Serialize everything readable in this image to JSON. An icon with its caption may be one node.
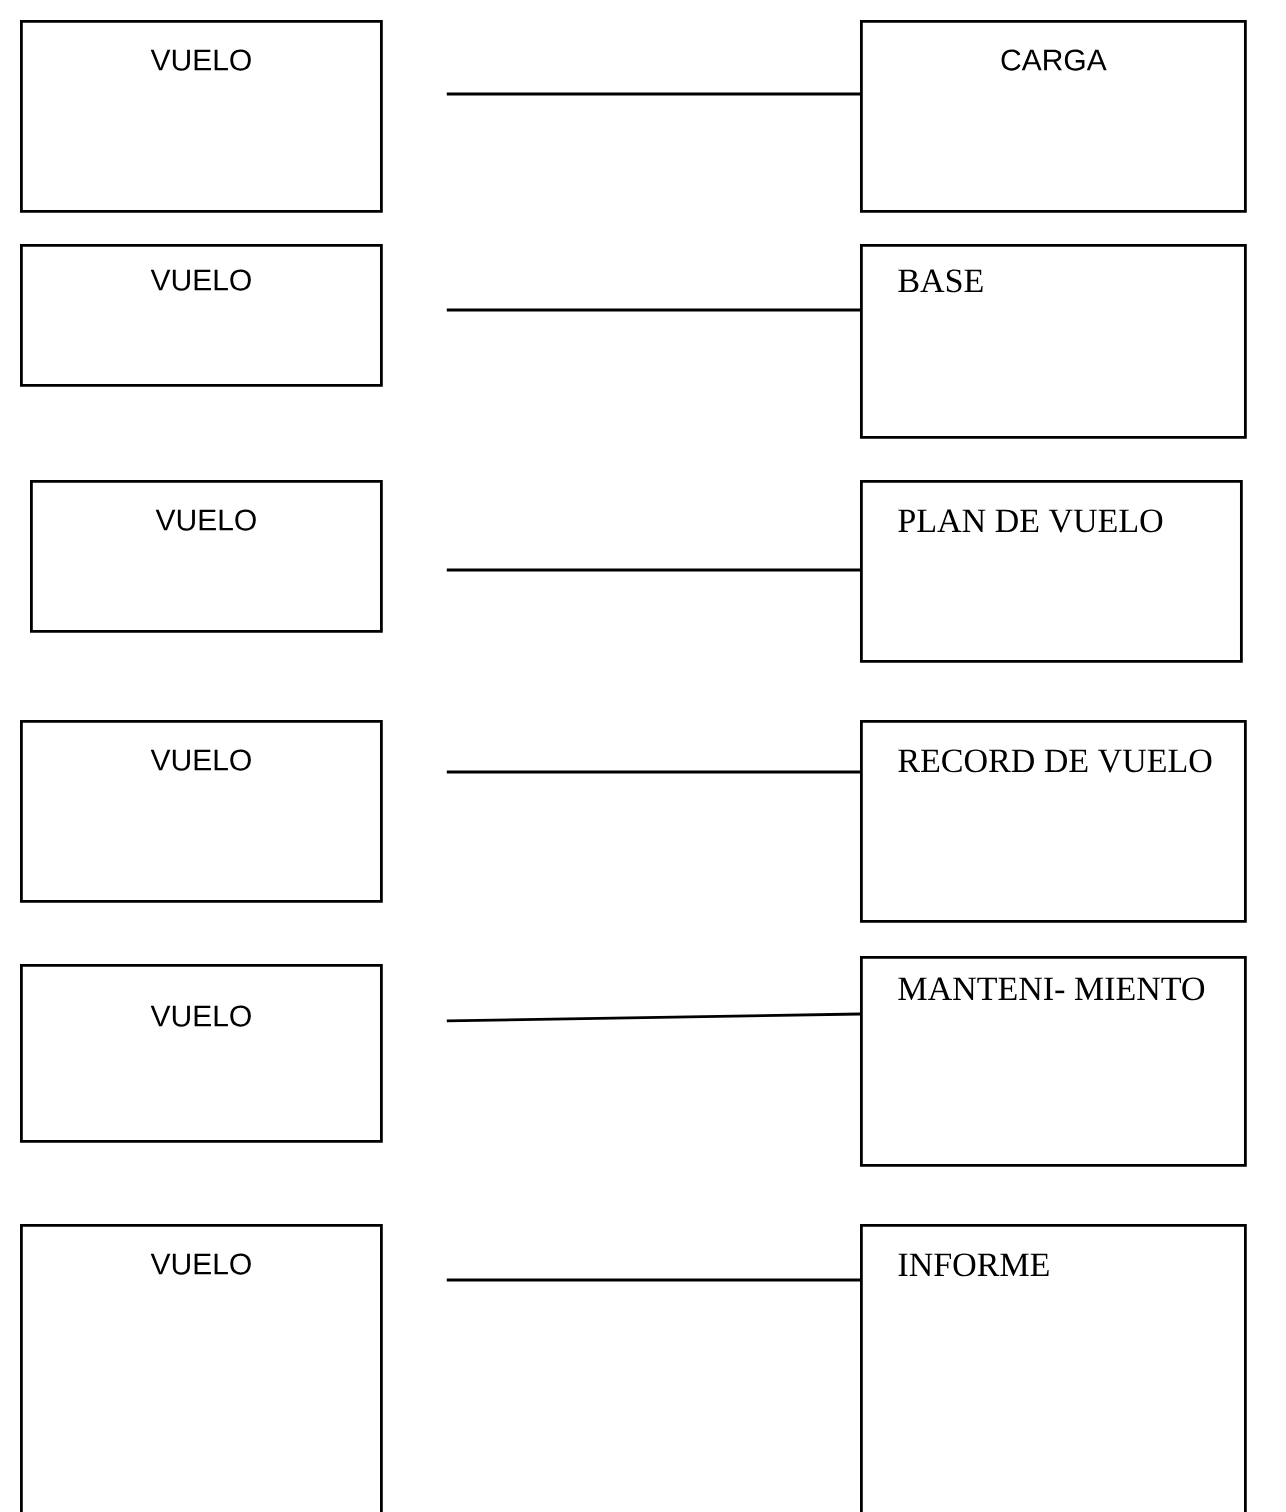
{
  "diagram": {
    "nodes": [
      {
        "text": [
          "VUELO"
        ]
      },
      {
        "text": [
          "CARGA"
        ]
      },
      {
        "text": [
          "VUELO"
        ]
      },
      {
        "text": [
          "BASE"
        ]
      },
      {
        "text": [
          "VUELO"
        ]
      },
      {
        "text": [
          "PLAN DE VUELO"
        ]
      },
      {
        "text": [
          "VUELO"
        ]
      },
      {
        "text": [
          "RECORD DE VUELO"
        ]
      },
      {
        "text": [
          "VUELO"
        ]
      },
      {
        "text": [
          "MANTENI- MIENTO"
        ]
      },
      {
        "text": [
          "VUELO"
        ]
      },
      {
        "text": [
          "INFORME"
        ]
      }
    ],
    "edges": [
      {
        "from": 0,
        "to": 1,
        "arrow": "none"
      },
      {
        "from": 2,
        "to": 3,
        "arrow": "none"
      },
      {
        "from": 4,
        "to": 5,
        "arrow": "none"
      },
      {
        "from": 6,
        "to": 7,
        "arrow": "none"
      },
      {
        "from": 8,
        "to": 9,
        "arrow": "none"
      },
      {
        "from": 10,
        "to": 11,
        "arrow": "none"
      }
    ]
  }
}
